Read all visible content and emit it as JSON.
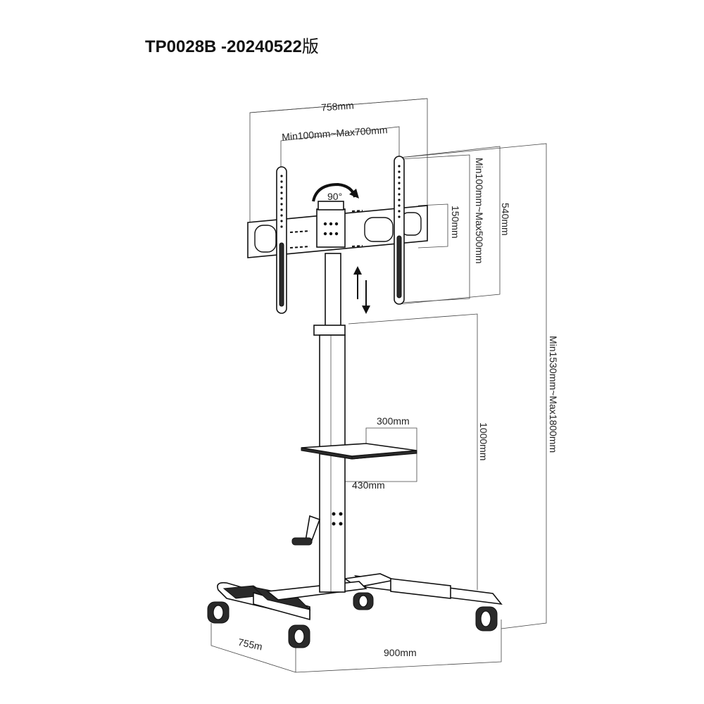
{
  "title": {
    "model": "TP0028B -20240522",
    "version_char": "版"
  },
  "dimensions": {
    "mount_width": "758mm",
    "vesa_horizontal": "Min100mm~Max700mm",
    "bracket_height": "540mm",
    "vesa_vertical": "Min100mm~Max500mm",
    "arm_spacing": "150mm",
    "rotation": "90°",
    "shelf_depth": "300mm",
    "shelf_width": "430mm",
    "shelf_height": "1000mm",
    "total_height": "Min1530mm~Max1800mm",
    "base_depth": "755m",
    "base_width": "900mm"
  }
}
